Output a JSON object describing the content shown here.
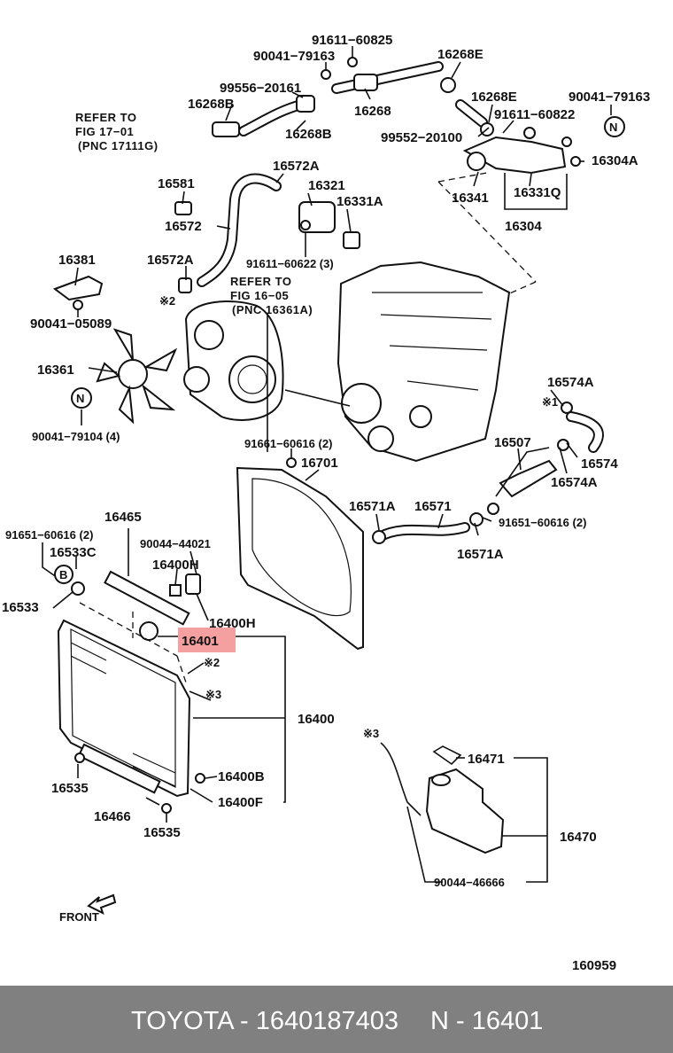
{
  "labels": {
    "p91611_60825": "91611−60825",
    "p90041_79163a": "90041−79163",
    "p16268E_top": "16268E",
    "p99556_20161": "99556−20161",
    "p16268B_a": "16268B",
    "p16268": "16268",
    "p16268E_b": "16268E",
    "p90041_79163b": "90041−79163",
    "ref1_l1": "REFER  TO",
    "ref1_l2": "FIG  17−01",
    "ref1_l3": "(PNC  17111G)",
    "p16268B_b": "16268B",
    "p99552_20100": "99552−20100",
    "p91611_60822": "91611−60822",
    "p16304A": "16304A",
    "p16572A_a": "16572A",
    "p16581": "16581",
    "p16321": "16321",
    "p16341": "16341",
    "p16331Q": "16331Q",
    "p16331A": "16331A",
    "p16572": "16572",
    "p16304": "16304",
    "p16381": "16381",
    "p16572A_b": "16572A",
    "p91611_60622": "91611−60622 (3)",
    "ref2_l1": "REFER  TO",
    "ref2_l2": "FIG  16−05",
    "ref2_l3": "(PNC  16361A)",
    "p90041_05089": "90041−05089",
    "p16361": "16361",
    "p16574A_a": "16574A",
    "p90041_79104": "90041−79104 (4)",
    "p91661_60616": "91661−60616 (2)",
    "p16701": "16701",
    "p16507": "16507",
    "p16574": "16574",
    "p16574A_b": "16574A",
    "p16465": "16465",
    "p16571A_a": "16571A",
    "p16571": "16571",
    "p91651_60616_a": "91651−60616 (2)",
    "p91651_60616_b": "91651−60616 (2)",
    "p90044_44021": "90044−44021",
    "p16533C": "16533C",
    "p16400H_a": "16400H",
    "p16571A_b": "16571A",
    "p16533": "16533",
    "p16400H_b": "16400H",
    "p16401": "16401",
    "p16400": "16400",
    "p16471": "16471",
    "p16535_a": "16535",
    "p16400B": "16400B",
    "p16466": "16466",
    "p16400F": "16400F",
    "p16535_b": "16535",
    "p16470": "16470",
    "p90044_46666": "90044−46666",
    "front": "FRONT",
    "diagram_number": "160959"
  },
  "marks": {
    "ast1": "※1",
    "ast2": "※2",
    "ast3": "※3",
    "n": "N",
    "b": "B"
  },
  "colors": {
    "highlight": "#f4a0a0",
    "footer_bg": "#808080",
    "footer_text": "#ffffff"
  },
  "footer": {
    "brand_part": "TOYOTA - 1640187403",
    "ref_part": "N - 16401"
  }
}
